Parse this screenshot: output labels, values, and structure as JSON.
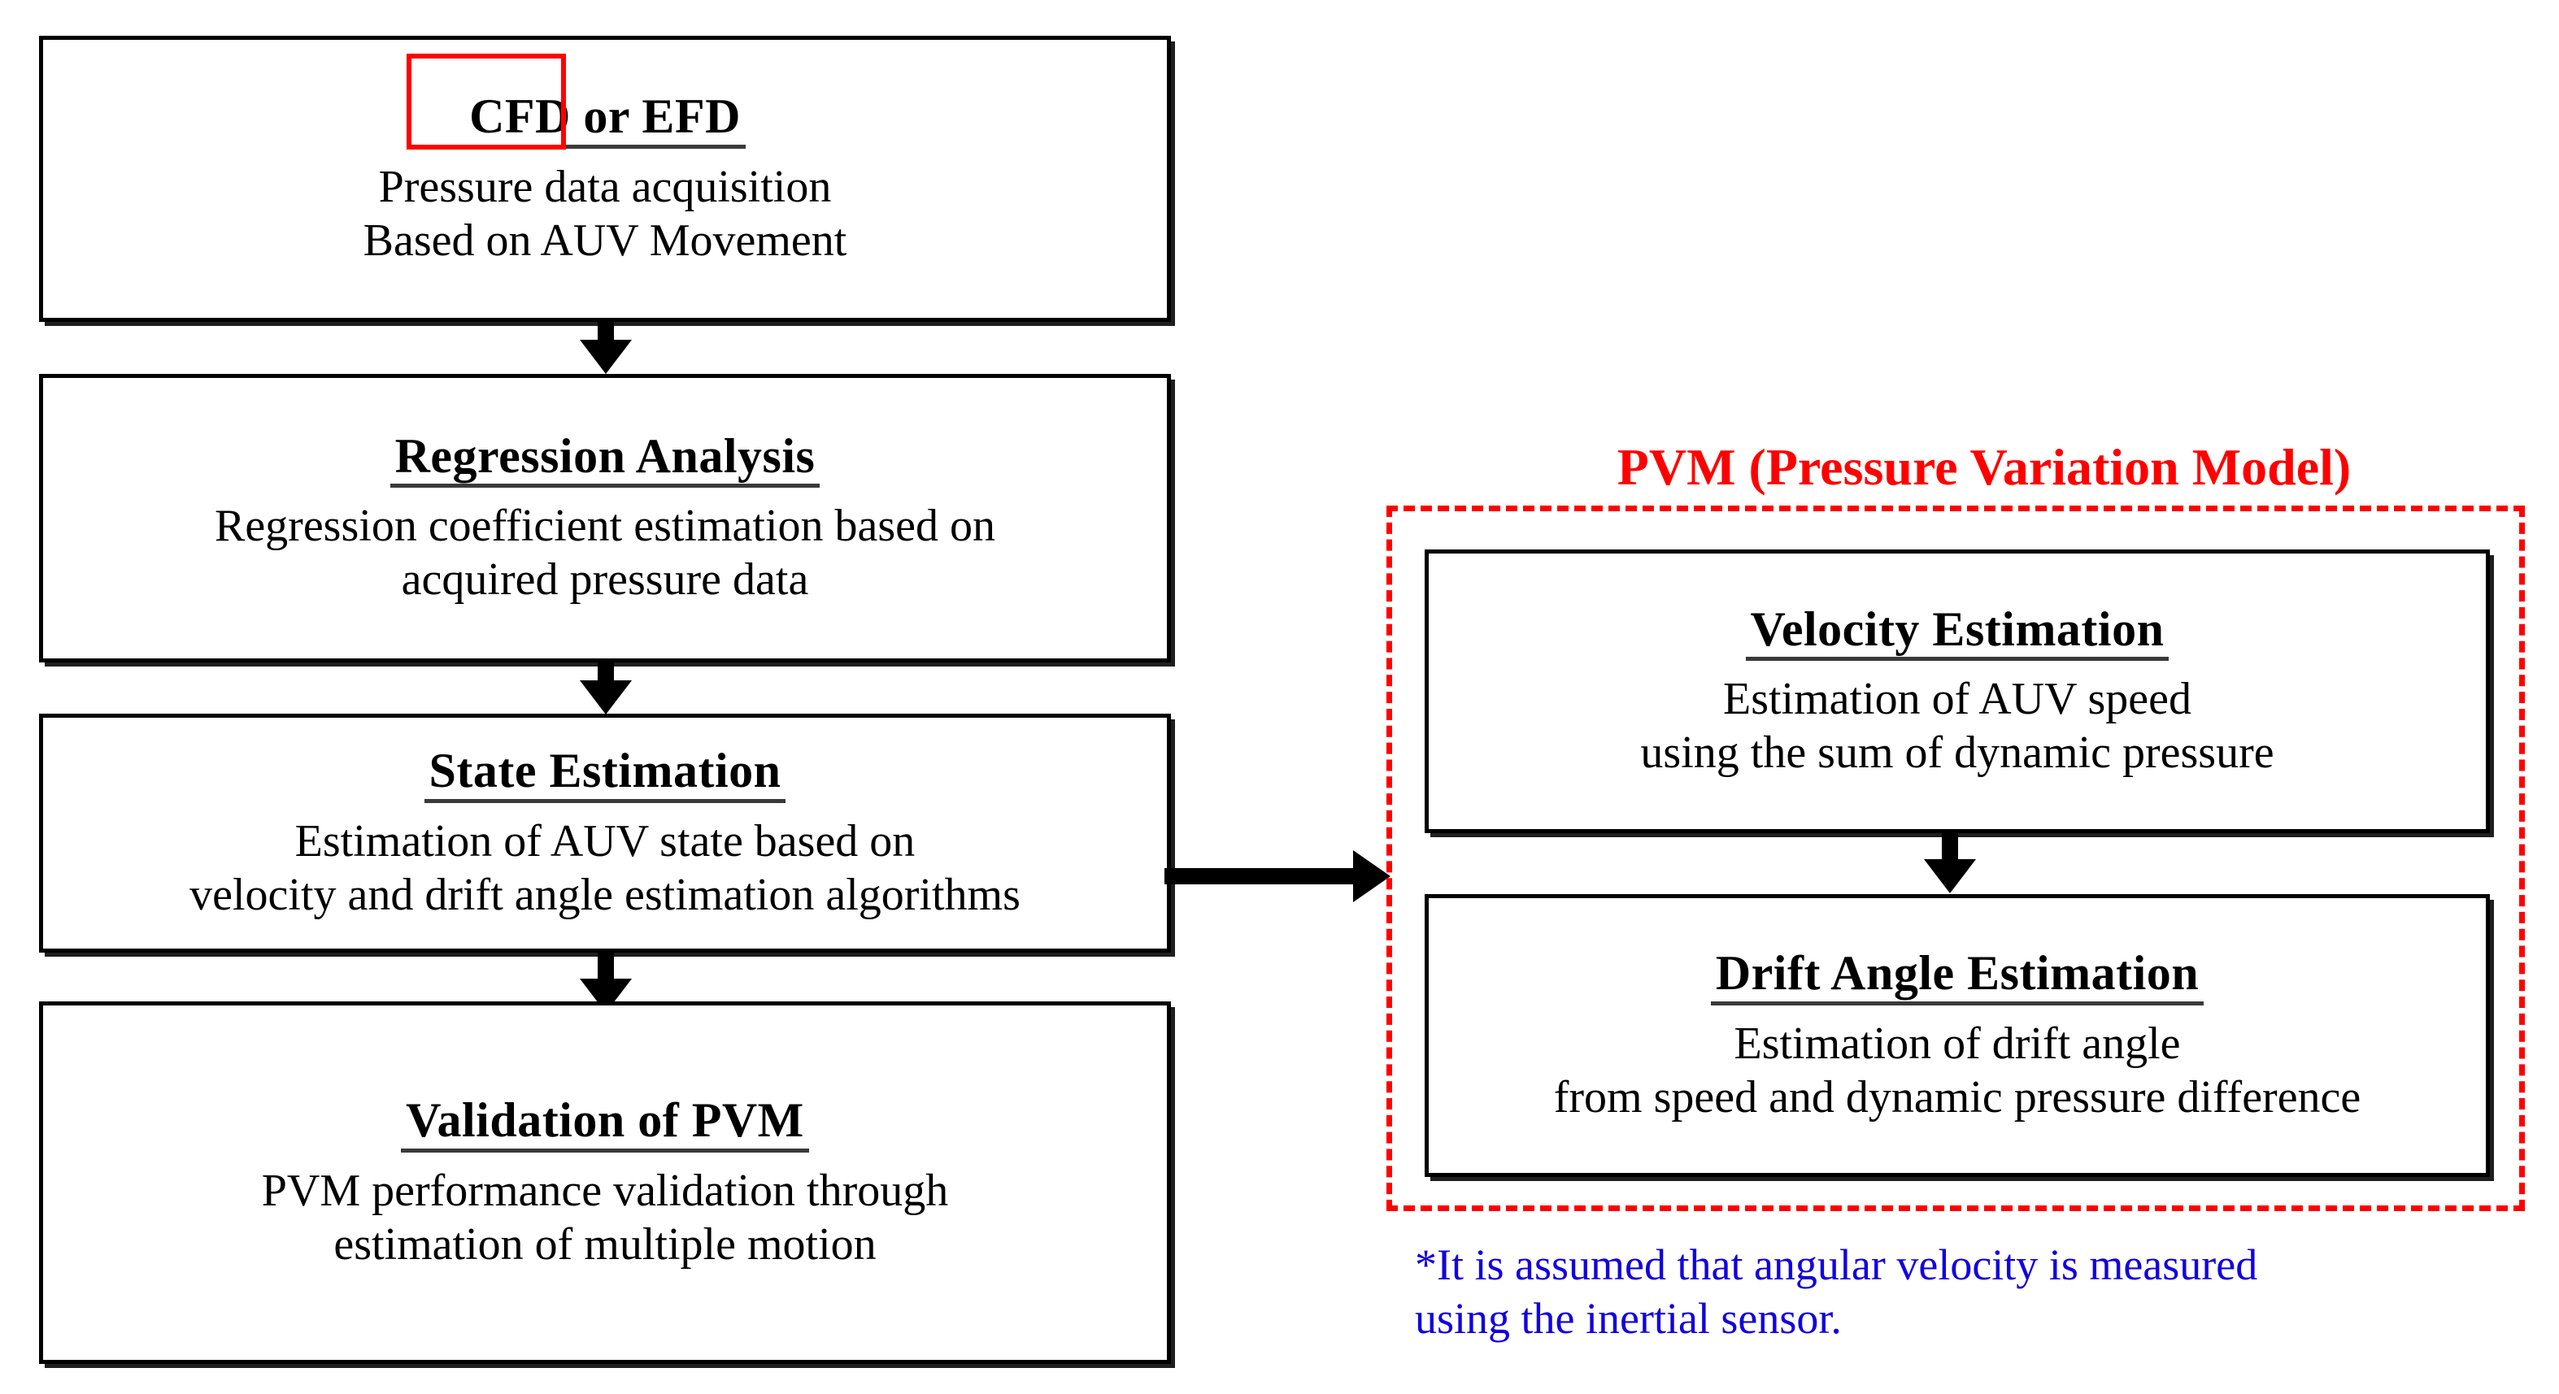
{
  "diagram": {
    "left_column": [
      {
        "id": "cfd-efd",
        "title": "CFD or EFD",
        "title_highlight": "CFD",
        "body": "Pressure data acquisition\nBased on AUV Movement"
      },
      {
        "id": "regression-analysis",
        "title": "Regression Analysis",
        "body": "Regression coefficient estimation based on\nacquired pressure data"
      },
      {
        "id": "state-estimation",
        "title": "State Estimation",
        "body": "Estimation of AUV state based on\nvelocity and drift angle estimation algorithms"
      },
      {
        "id": "validation-of-pvm",
        "title": "Validation of PVM",
        "body": "PVM performance validation through\nestimation of multiple motion"
      }
    ],
    "pvm_group": {
      "title": "PVM (Pressure Variation Model)",
      "boxes": [
        {
          "id": "velocity-estimation",
          "title": "Velocity Estimation",
          "body": "Estimation of AUV speed\nusing the sum of dynamic pressure"
        },
        {
          "id": "drift-angle-estimation",
          "title": "Drift Angle Estimation",
          "body": "Estimation of drift angle\nfrom speed and dynamic pressure difference"
        }
      ]
    },
    "footnote": "*It is assumed that angular velocity is measured\nusing the inertial sensor.",
    "colors": {
      "highlight_red": "#ff0000",
      "pvm_border_red": "#ff0000",
      "pvm_title_red": "#ff0000",
      "footnote_blue": "#1200e0",
      "box_border_black": "#000000"
    }
  }
}
